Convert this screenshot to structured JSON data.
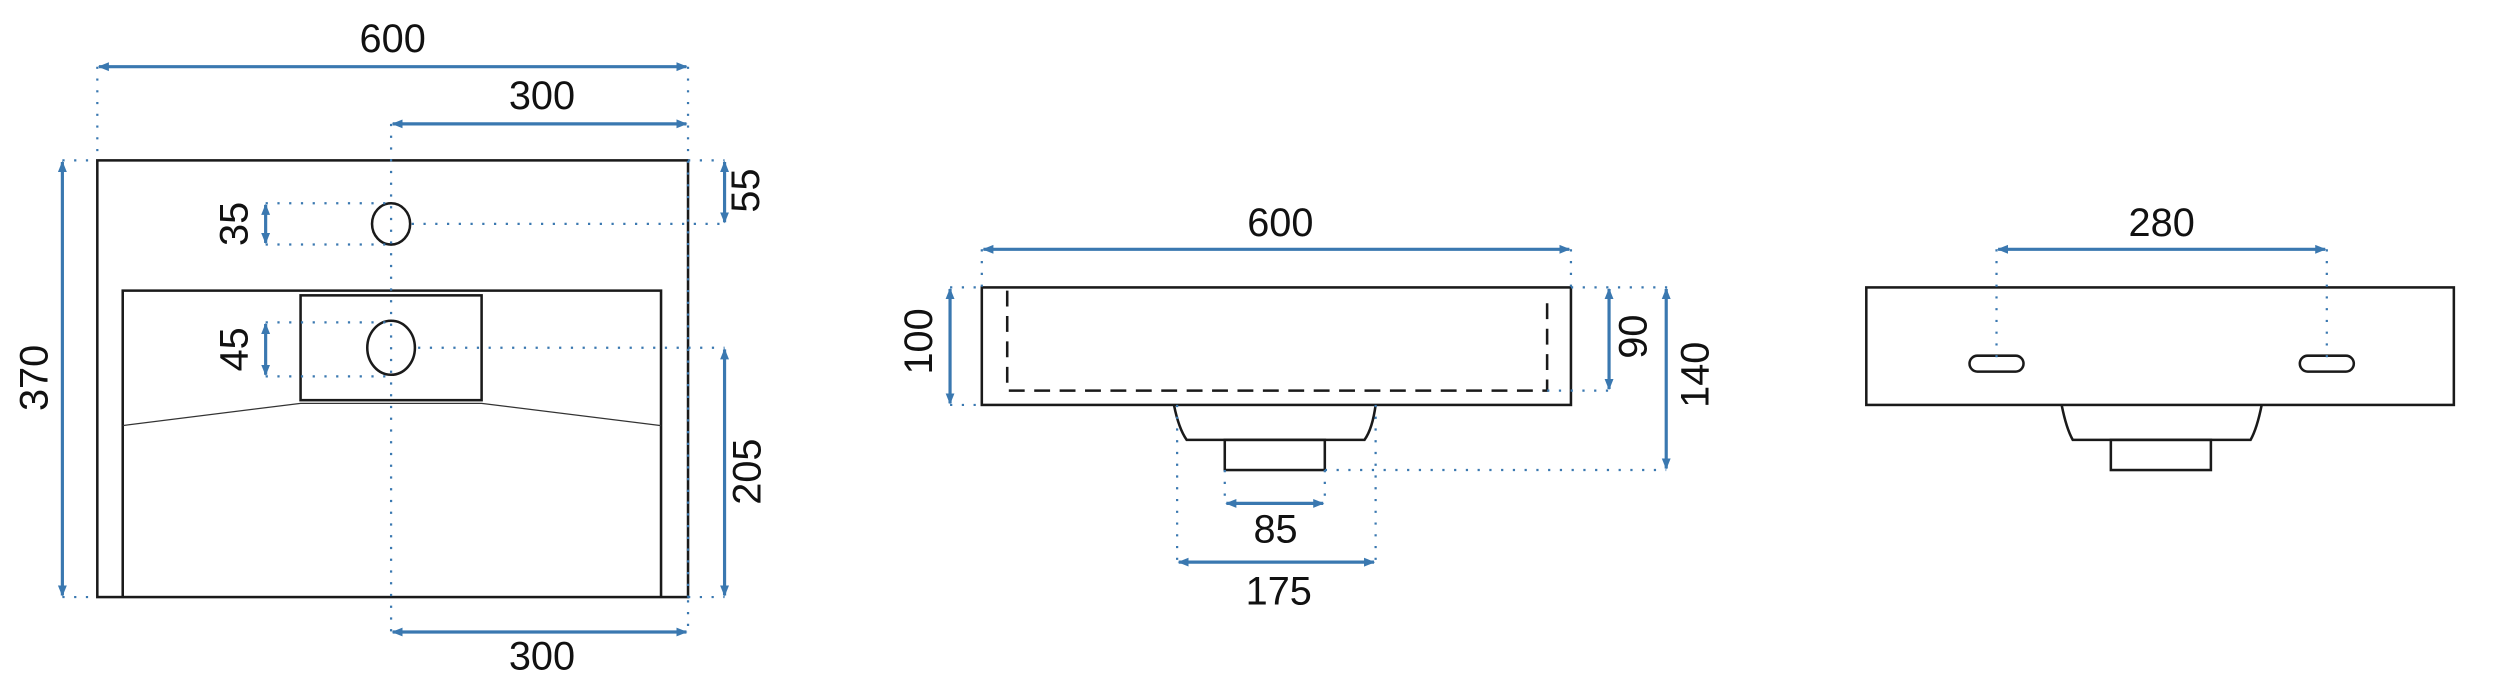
{
  "colors": {
    "dimension": "#3a78b0",
    "outline": "#1a1a1a",
    "background": "#ffffff"
  },
  "top_view": {
    "width_total": "600",
    "tap_offset_top": "300",
    "depth_total": "370",
    "tap_from_back": "55",
    "tap_hole_diameter": "35",
    "drain_diameter": "45",
    "drain_from_front": "205",
    "drain_offset_bottom": "300"
  },
  "front_view": {
    "width_total": "600",
    "height_total": "100",
    "inner_depth": "90",
    "height_with_drain": "140",
    "drain_width": "85",
    "bowl_bottom_width": "175"
  },
  "back_view": {
    "mounting_hole_spacing": "280"
  }
}
